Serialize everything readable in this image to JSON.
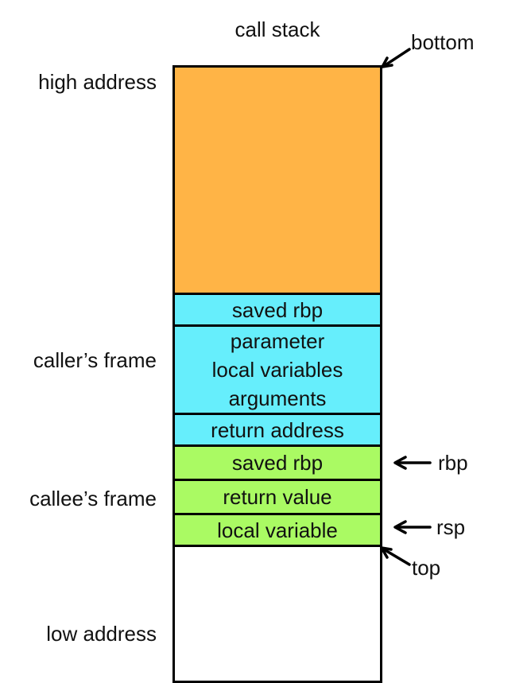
{
  "title": "call stack",
  "colors": {
    "orange": "#FFB446",
    "cyan": "#66EEFC",
    "green": "#AAFA63",
    "white": "#FFFFFF",
    "border": "#000000",
    "text": "#111111"
  },
  "stack": {
    "rows": [
      {
        "name": "previous-frames",
        "label": "",
        "color": "orange"
      },
      {
        "name": "caller-saved-rbp",
        "label": "saved rbp",
        "color": "cyan"
      },
      {
        "name": "caller-locals",
        "lines": [
          "parameter",
          "local variables",
          "arguments"
        ],
        "color": "cyan"
      },
      {
        "name": "return-address",
        "label": "return address",
        "color": "cyan"
      },
      {
        "name": "callee-saved-rbp",
        "label": "saved rbp",
        "color": "green"
      },
      {
        "name": "return-value",
        "label": "return value",
        "color": "green"
      },
      {
        "name": "local-variable",
        "label": "local variable",
        "color": "green"
      },
      {
        "name": "free-space",
        "label": "",
        "color": "white"
      }
    ]
  },
  "side_labels": {
    "high_address": "high address",
    "callers_frame": "caller’s frame",
    "callees_frame": "callee’s frame",
    "low_address": "low address"
  },
  "pointers": {
    "bottom": "bottom",
    "rbp": "rbp",
    "rsp": "rsp",
    "top": "top"
  }
}
